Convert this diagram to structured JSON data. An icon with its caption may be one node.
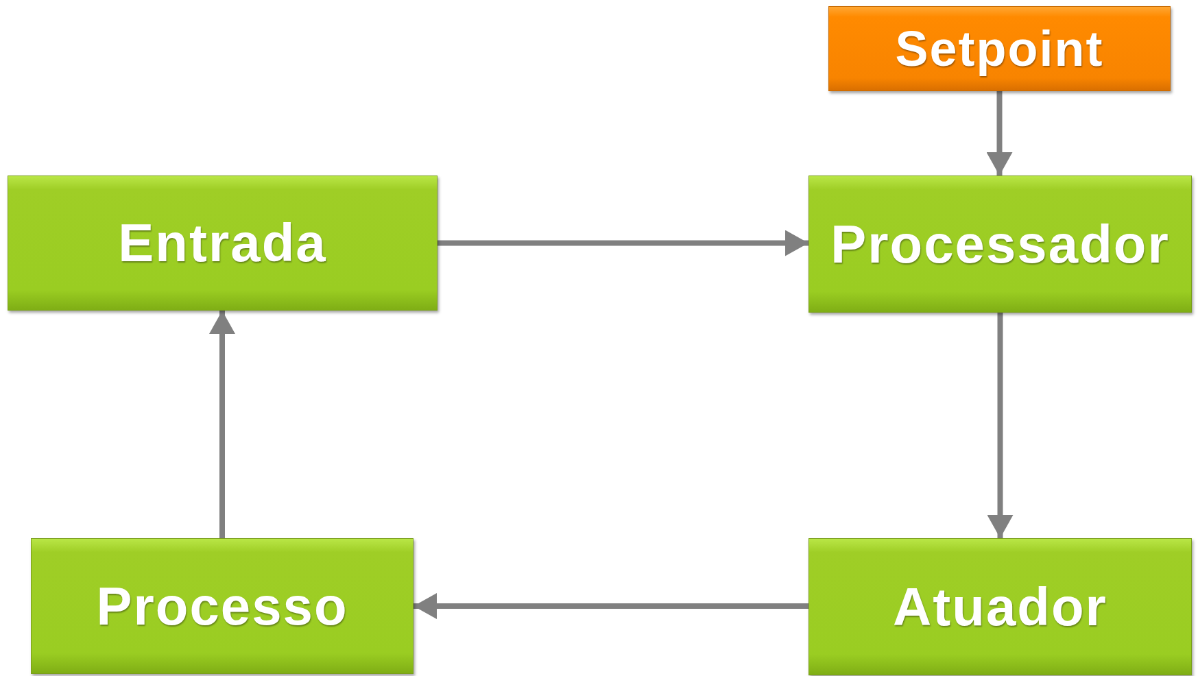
{
  "diagram": {
    "nodes": [
      {
        "text": [
          "Setpoint"
        ]
      },
      {
        "text": [
          "Entrada"
        ]
      },
      {
        "text": [
          "Processador"
        ]
      },
      {
        "text": [
          "Processo"
        ]
      },
      {
        "text": [
          "Atuador"
        ]
      }
    ],
    "edges": [
      {
        "from": 0,
        "to": 2,
        "arrow": "to"
      },
      {
        "from": 1,
        "to": 2,
        "arrow": "to"
      },
      {
        "from": 2,
        "to": 4,
        "arrow": "to"
      },
      {
        "from": 4,
        "to": 3,
        "arrow": "to"
      },
      {
        "from": 3,
        "to": 1,
        "arrow": "to"
      }
    ]
  }
}
